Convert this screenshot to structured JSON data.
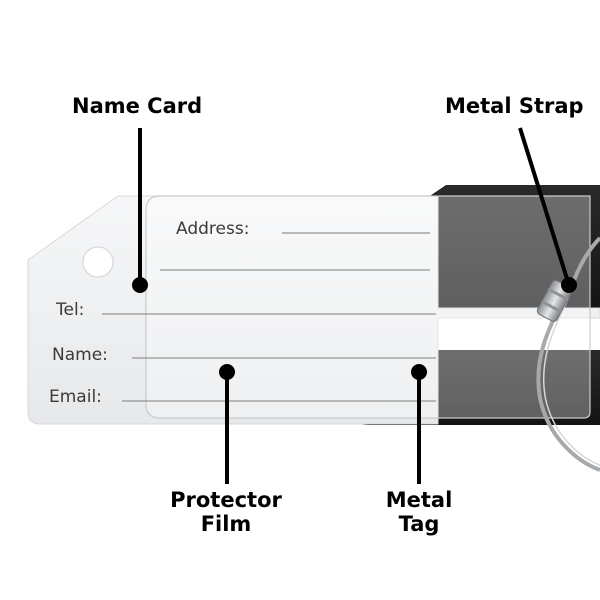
{
  "callouts": {
    "name_card": "Name Card",
    "metal_strap": "Metal Strap",
    "protector_film": [
      "Protector",
      "Film"
    ],
    "metal_tag": [
      "Metal",
      "Tag"
    ]
  },
  "card_fields": {
    "address": "Address:",
    "tel": "Tel:",
    "name": "Name:",
    "email": "Email:"
  },
  "colors": {
    "metal_tag": "#1e1e1e",
    "card": "#f3f4f5",
    "film": "#fbfbfc",
    "line": "#000000"
  }
}
